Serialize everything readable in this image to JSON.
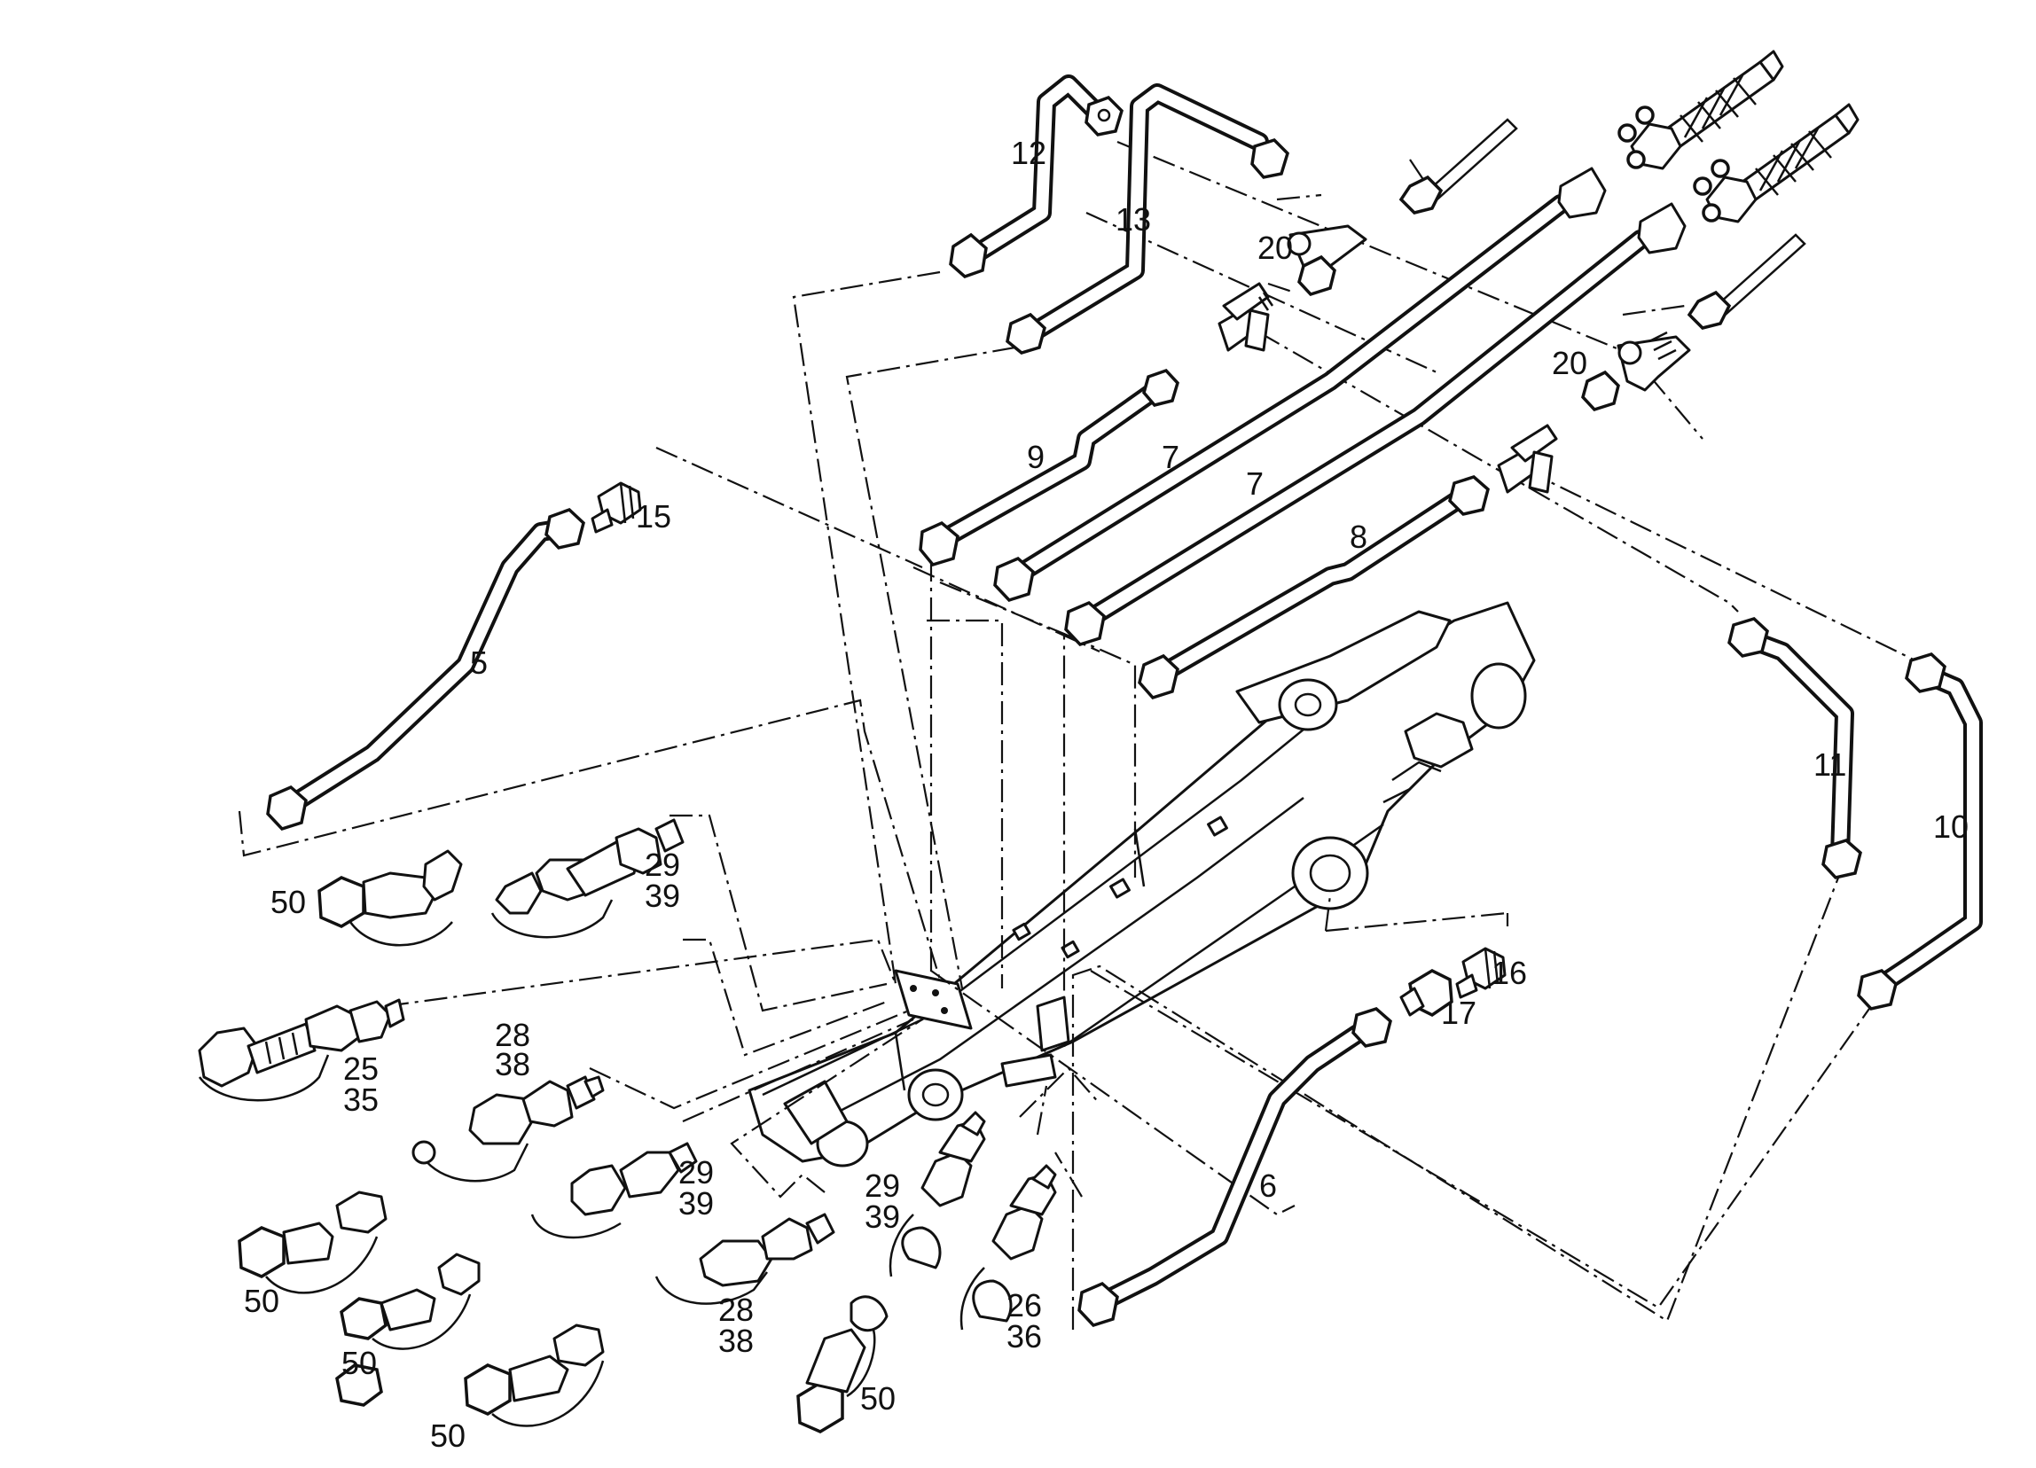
{
  "labels": {
    "n12": "12",
    "n13": "13",
    "n20a": "20",
    "n20b": "20",
    "n9": "9",
    "n7a": "7",
    "n7b": "7",
    "n8": "8",
    "n15": "15",
    "n5": "5",
    "n11": "11",
    "n10": "10",
    "n50a": "50",
    "n29a": "29",
    "n39a": "39",
    "n25": "25",
    "n35": "35",
    "n28a": "28",
    "n38a": "38",
    "n16": "16",
    "n17": "17",
    "n29b": "29",
    "n39b": "39",
    "n29c": "29",
    "n39c": "39",
    "n6": "6",
    "n50b": "50",
    "n28b": "28",
    "n38b": "38",
    "n26": "26",
    "n36": "36",
    "n50c": "50",
    "n50d": "50",
    "n50e": "50"
  }
}
